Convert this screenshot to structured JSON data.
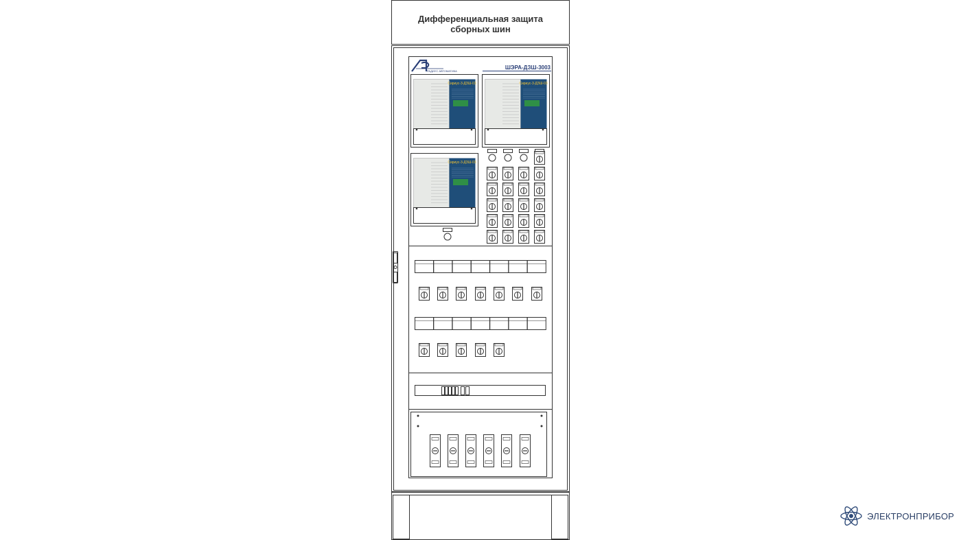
{
  "cabinet": {
    "title_line1": "Дифференциальная защита",
    "title_line2": "сборных шин",
    "model": "ШЭРА-ДЗШ-3003",
    "vendor_logo_text": "РАДИУС АВТОМАТИКА"
  },
  "relays": [
    {
      "label": "Сириус-3-ДЗШ-03"
    },
    {
      "label": "Сириус-3-ДЗШ-03"
    },
    {
      "label": "Сириус-3-ДЗШ-03"
    }
  ],
  "brand": {
    "name": "ЭЛЕКТРОНПРИБОР",
    "logo_icon": "atom-icon"
  },
  "colors": {
    "line": "#333333",
    "relay_panel": "#1f4e79",
    "relay_display": "#2f8f46",
    "relay_left": "#e7e9e6",
    "brand": "#2a3f66"
  }
}
